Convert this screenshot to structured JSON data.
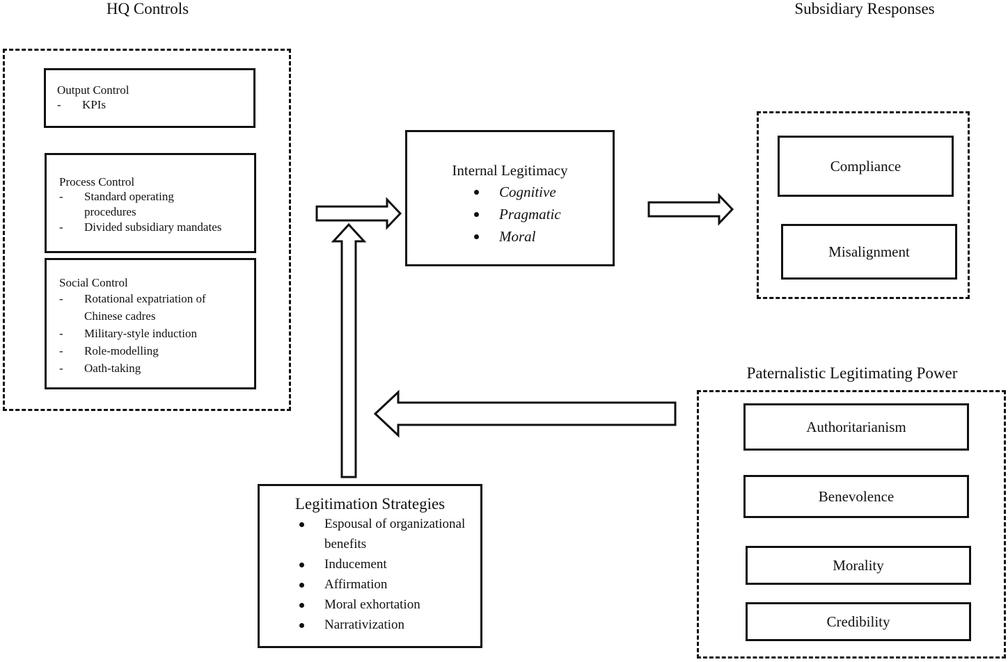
{
  "headings": {
    "hq_controls": "HQ Controls",
    "subsidiary_responses": "Subsidiary Responses",
    "paternalistic": "Paternalistic Legitimating Power"
  },
  "output_control": {
    "title": "Output Control",
    "items": [
      "KPIs"
    ]
  },
  "process_control": {
    "title": "Process Control",
    "items": [
      "Standard operating procedures",
      "Divided subsidiary mandates"
    ]
  },
  "social_control": {
    "title": "Social Control",
    "items": [
      "Rotational expatriation of Chinese cadres",
      "Military-style induction",
      "Role-modelling",
      "Oath-taking"
    ]
  },
  "internal_legitimacy": {
    "title": "Internal Legitimacy",
    "items": [
      "Cognitive",
      "Pragmatic",
      "Moral"
    ]
  },
  "subsidiary_responses": {
    "items": [
      "Compliance",
      "Misalignment"
    ]
  },
  "paternalistic_power": {
    "items": [
      "Authoritarianism",
      "Benevolence",
      "Morality",
      "Credibility"
    ]
  },
  "legitimation_strategies": {
    "title": "Legitimation Strategies",
    "items": [
      "Espousal of organizational benefits",
      "Inducement",
      "Affirmation",
      "Moral exhortation",
      "Narrativization"
    ]
  },
  "list_marker": "-"
}
